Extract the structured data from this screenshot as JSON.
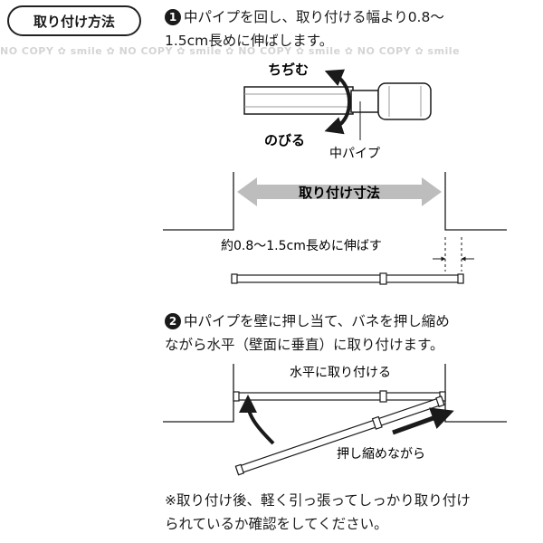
{
  "header": {
    "title": "取り付け方法"
  },
  "watermark": {
    "text": "NO COPY ✿ smile ✿ NO COPY ✿ smile ✿ NO COPY ✿ smile ✿ NO COPY ✿ smile"
  },
  "step1": {
    "number": "1",
    "line1": "中パイプを回し、取り付ける幅より0.8〜",
    "line2": "1.5cm長めに伸ばします。"
  },
  "pipe_diagram": {
    "shrink_label": "ちぢむ",
    "extend_label": "のびる",
    "inner_pipe_label": "中パイプ"
  },
  "measure_diagram": {
    "width_label": "取り付け寸法",
    "extend_note": "約0.8〜1.5cm長めに伸ばす"
  },
  "step2": {
    "number": "2",
    "line1": "中パイプを壁に押し当て、バネを押し縮め",
    "line2": "ながら水平（壁面に垂直）に取り付けます。"
  },
  "install_diagram": {
    "horizontal_label": "水平に取り付ける",
    "pressing_label": "押し縮めながら"
  },
  "note": {
    "line1": "※取り付け後、軽く引っ張ってしっかり取り付け",
    "line2": "られているか確認をしてください。"
  }
}
